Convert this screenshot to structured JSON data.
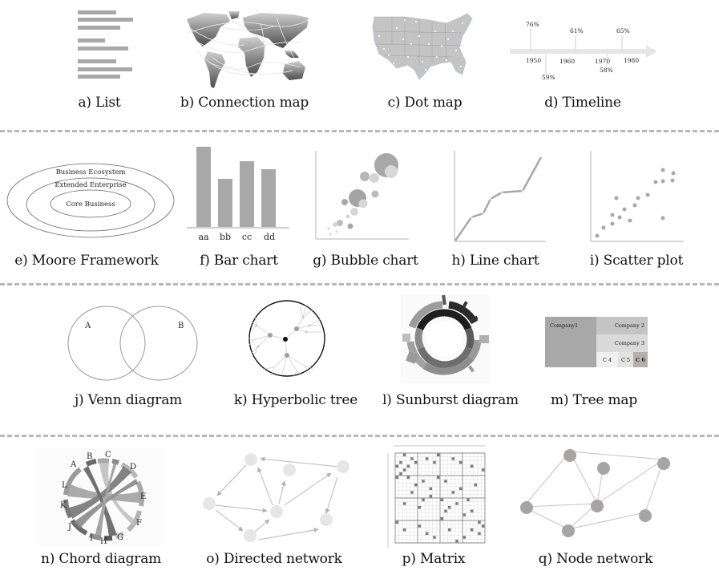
{
  "panels": [
    {
      "id": "a",
      "caption": "a) List"
    },
    {
      "id": "b",
      "caption": "b) Connection map"
    },
    {
      "id": "c",
      "caption": "c) Dot map"
    },
    {
      "id": "d",
      "caption": "d) Timeline"
    },
    {
      "id": "e",
      "caption": "e) Moore Framework"
    },
    {
      "id": "f",
      "caption": "f) Bar chart"
    },
    {
      "id": "g",
      "caption": "g) Bubble chart"
    },
    {
      "id": "h",
      "caption": "h) Line chart"
    },
    {
      "id": "i",
      "caption": "i) Scatter plot"
    },
    {
      "id": "j",
      "caption": "j) Venn diagram"
    },
    {
      "id": "k",
      "caption": "k) Hyperbolic tree"
    },
    {
      "id": "l",
      "caption": "l) Sunburst diagram"
    },
    {
      "id": "m",
      "caption": "m) Tree map"
    },
    {
      "id": "n",
      "caption": "n) Chord diagram"
    },
    {
      "id": "o",
      "caption": "o) Directed network"
    },
    {
      "id": "p",
      "caption": "p) Matrix"
    },
    {
      "id": "q",
      "caption": "q) Node network"
    }
  ],
  "timeline": {
    "years": [
      "1950",
      "1960",
      "1970",
      "1980"
    ],
    "above": [
      "76%",
      "61%",
      "65%"
    ],
    "below": [
      "59%",
      "58%"
    ]
  },
  "moore": {
    "outer": "Business Ecosystem",
    "middle": "Extended Enterprise",
    "inner": "Core Business"
  },
  "bar_chart": {
    "categories": [
      "aa",
      "bb",
      "cc",
      "dd"
    ],
    "values": [
      100,
      60,
      82,
      72
    ]
  },
  "venn": {
    "a": "A",
    "b": "B"
  },
  "treemap": {
    "c1": "Company1",
    "c2": "Company 2",
    "c3": "Company 3",
    "c4": "C 4",
    "c5": "C 5",
    "c6": "C 6"
  },
  "chord": {
    "labels": [
      "A",
      "B",
      "C",
      "D",
      "E",
      "F",
      "G",
      "H",
      "I",
      "J",
      "K",
      "L"
    ]
  },
  "colors": {
    "divider": "#b8b8b8",
    "mark": "#a8a8a8",
    "light": "#d9d9d9",
    "dark": "#222222"
  }
}
